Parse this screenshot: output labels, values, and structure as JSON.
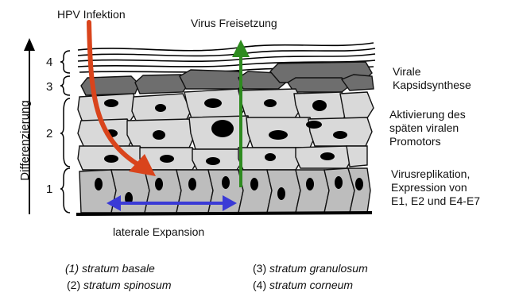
{
  "labels": {
    "hpv_infection": "HPV Infektion",
    "virus_release": "Virus Freisetzung",
    "lateral_expansion": "laterale Expansion",
    "differentiation": "Differenzierung"
  },
  "layer_numbers": [
    "4",
    "3",
    "2",
    "1"
  ],
  "annotations": {
    "capsid": [
      "Virale",
      "Kapsidsynthese"
    ],
    "late_promoter": [
      "Aktivierung des",
      "späten viralen",
      "Promotors"
    ],
    "replication": [
      "Virusreplikation,",
      "Expression von",
      "E1, E2 und E4-E7"
    ]
  },
  "legend": [
    {
      "num": "(1)",
      "name": "stratum basale"
    },
    {
      "num": "(3)",
      "name": "stratum granulosum"
    },
    {
      "num": "(2)",
      "name": "stratum spinosum"
    },
    {
      "num": "(4)",
      "name": "stratum corneum"
    }
  ],
  "colors": {
    "hpv_arrow": "#d9441c",
    "release_arrow": "#2e8b1f",
    "expansion_arrow": "#3a3ad6",
    "basal_cell": "#bdbdbd",
    "spinous_cell": "#d9d9d9",
    "granular_cell": "#6e6e6e"
  }
}
